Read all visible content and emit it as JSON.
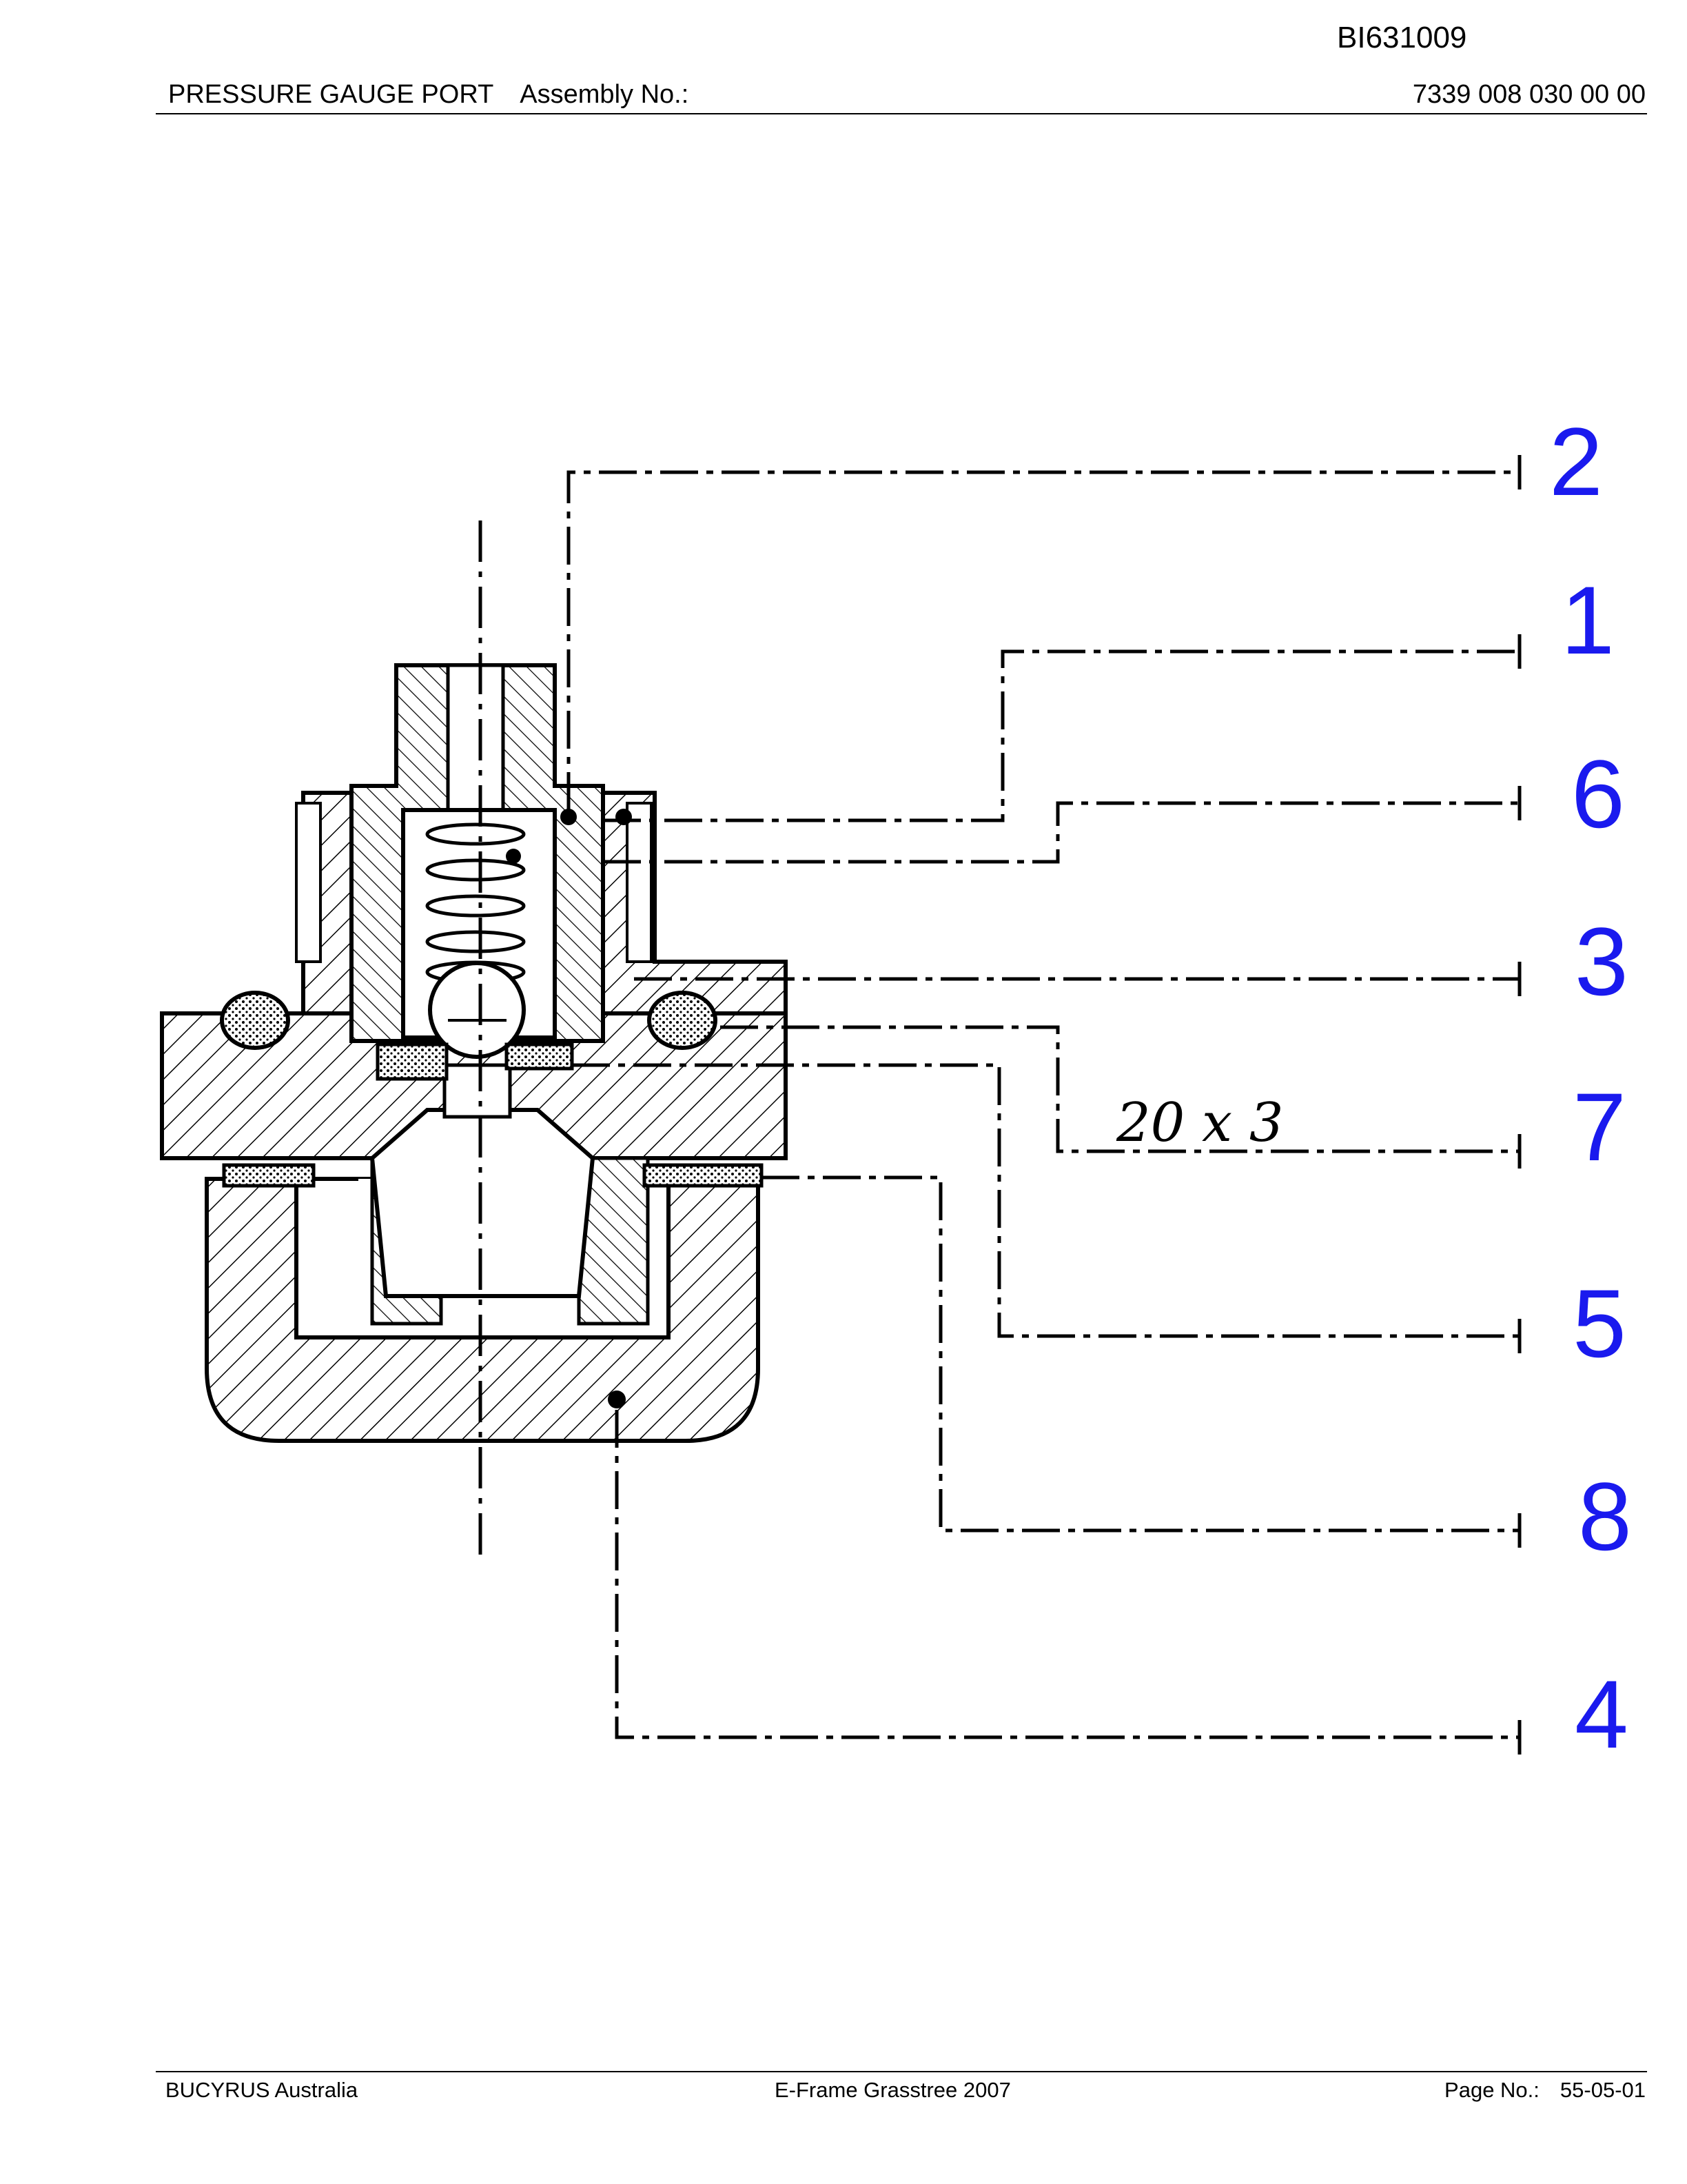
{
  "doc_id": "BI631009",
  "header": {
    "title": "PRESSURE GAUGE PORT",
    "assembly_label": "Assembly No.:",
    "assembly_number": "7339 008 030 00 00"
  },
  "footer": {
    "company": "BUCYRUS Australia",
    "project": "E-Frame Grasstree 2007",
    "page_label": "Page No.:",
    "page_number": "55-05-01"
  },
  "drawing": {
    "annotation": "20 x 3",
    "callout_color": "#1a1aee",
    "callouts": [
      {
        "number": "2"
      },
      {
        "number": "1"
      },
      {
        "number": "6"
      },
      {
        "number": "3"
      },
      {
        "number": "7"
      },
      {
        "number": "5"
      },
      {
        "number": "8"
      },
      {
        "number": "4"
      }
    ]
  }
}
